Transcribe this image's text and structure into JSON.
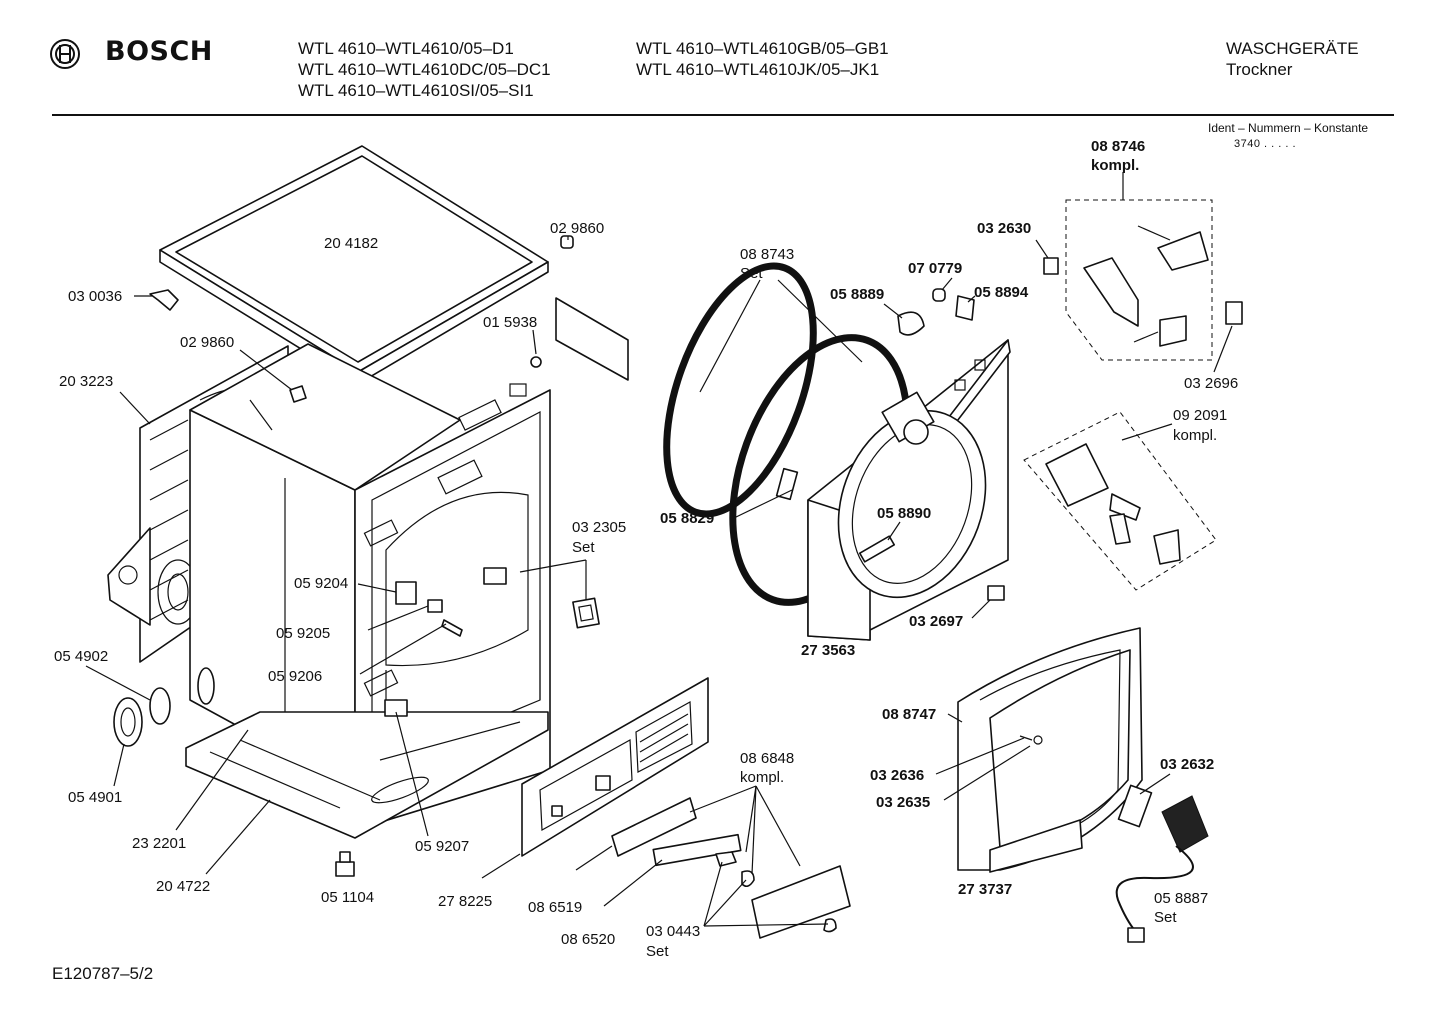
{
  "header": {
    "brand": "BOSCH",
    "models_left": [
      "WTL 4610–WTL4610/05–D1",
      "WTL 4610–WTL4610DC/05–DC1",
      "WTL 4610–WTL4610SI/05–SI1"
    ],
    "models_right": [
      "WTL 4610–WTL4610GB/05–GB1",
      "WTL 4610–WTL4610JK/05–JK1"
    ],
    "category": "WASCHGERÄTE",
    "subcategory": "Trockner",
    "ident_label": "Ident – Nummern – Konstante",
    "ident_value": "3740  .  .  .  .  ."
  },
  "footer": {
    "drawing_id": "E120787–5/2"
  },
  "parts": [
    {
      "id": "p1",
      "line1": "20 4182",
      "bold": false
    },
    {
      "id": "p2",
      "line1": "02 9860",
      "bold": false
    },
    {
      "id": "p3",
      "line1": "03 0036",
      "bold": false
    },
    {
      "id": "p4",
      "line1": "02 9860",
      "bold": false
    },
    {
      "id": "p5",
      "line1": "01 5938",
      "bold": false
    },
    {
      "id": "p6",
      "line1": "20 3223",
      "bold": false
    },
    {
      "id": "p7",
      "line1": "08 8743",
      "line2": "Set",
      "bold": false
    },
    {
      "id": "p8",
      "line1": "05 8889",
      "bold": true
    },
    {
      "id": "p9",
      "line1": "07 0779",
      "bold": true
    },
    {
      "id": "p10",
      "line1": "05 8894",
      "bold": true
    },
    {
      "id": "p11",
      "line1": "03 2630",
      "bold": true
    },
    {
      "id": "p12",
      "line1": "08 8746",
      "line2": "kompl.",
      "bold": true
    },
    {
      "id": "p13",
      "line1": "03 2696",
      "bold": false
    },
    {
      "id": "p14",
      "line1": "09 2091",
      "line2": "kompl.",
      "bold": false
    },
    {
      "id": "p15",
      "line1": "05 8829",
      "bold": true
    },
    {
      "id": "p16",
      "line1": "05 8890",
      "bold": true
    },
    {
      "id": "p17",
      "line1": "03 2305",
      "line2": "Set",
      "bold": false
    },
    {
      "id": "p18",
      "line1": "05 9204",
      "bold": false
    },
    {
      "id": "p19",
      "line1": "05 9205",
      "bold": false
    },
    {
      "id": "p20",
      "line1": "05 9206",
      "bold": false
    },
    {
      "id": "p21",
      "line1": "03 2697",
      "bold": true
    },
    {
      "id": "p22",
      "line1": "27 3563",
      "bold": true
    },
    {
      "id": "p23",
      "line1": "05 4902",
      "bold": false
    },
    {
      "id": "p24",
      "line1": "05 4901",
      "bold": false
    },
    {
      "id": "p25",
      "line1": "08 8747",
      "bold": true
    },
    {
      "id": "p26",
      "line1": "03 2636",
      "bold": true
    },
    {
      "id": "p27",
      "line1": "03 2635",
      "bold": true
    },
    {
      "id": "p28",
      "line1": "03 2632",
      "bold": true
    },
    {
      "id": "p29",
      "line1": "08 6848",
      "line2": "kompl.",
      "bold": false
    },
    {
      "id": "p30",
      "line1": "23 2201",
      "bold": false
    },
    {
      "id": "p31",
      "line1": "05 9207",
      "bold": false
    },
    {
      "id": "p32",
      "line1": "20 4722",
      "bold": false
    },
    {
      "id": "p33",
      "line1": "05 1104",
      "bold": false
    },
    {
      "id": "p34",
      "line1": "27 8225",
      "bold": false
    },
    {
      "id": "p35",
      "line1": "08 6519",
      "bold": false
    },
    {
      "id": "p36",
      "line1": "08 6520",
      "bold": false
    },
    {
      "id": "p37",
      "line1": "03 0443",
      "line2": "Set",
      "bold": false
    },
    {
      "id": "p38",
      "line1": "27 3737",
      "bold": true
    },
    {
      "id": "p39",
      "line1": "05 8887",
      "line2": "Set",
      "bold": false
    }
  ]
}
